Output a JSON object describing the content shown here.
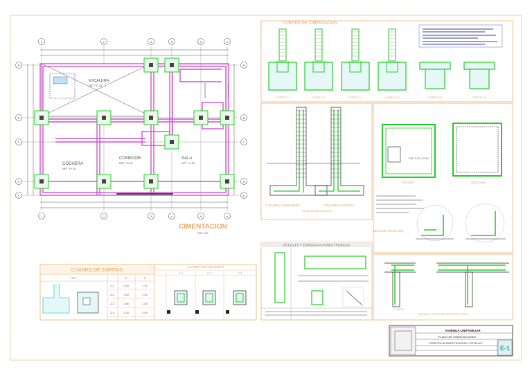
{
  "colors": {
    "frame": "#f0b070",
    "orange_text": "#e0a060",
    "magenta": "#d24fd2",
    "green": "#22cc22",
    "cyan": "#3fcfcf",
    "blue_note": "#3a3aa8",
    "dark_line": "#222222"
  },
  "plan": {
    "title": "CIMENTACION",
    "scale": "ESC 1/50",
    "grid_top": [
      "1",
      "2",
      "3",
      "4",
      "5",
      "6"
    ],
    "grid_left": [
      "A",
      "B",
      "C",
      "D",
      "E"
    ],
    "rooms": [
      {
        "name": "ESCALERA",
        "level": "NPT +0.15"
      },
      {
        "name": "COCHERA",
        "level": "NPT +0.15"
      },
      {
        "name": "COMEDOR",
        "level": "NPT +0.15"
      },
      {
        "name": "SALA",
        "level": "NPT +0.15"
      }
    ]
  },
  "details": {
    "sections_title": "CORTES DE CIMENTACION",
    "sections": [
      "CORTE 1-1",
      "CORTE 2-2",
      "CORTE 3-3",
      "CORTE 4-4",
      "CORTE 5-5",
      "CORTE 6-6"
    ],
    "column_base_titles": [
      "COLUMNA ESQUINERA",
      "COLUMNA CENTRAL"
    ],
    "column_base_subtitle": "DETALLE DE ANCLAJE",
    "planta_title": "PLANTA",
    "seccion_title": "SECCION",
    "zap_label": "ZAP 2.00 x 2.00",
    "splice_label": "DETALLE TRASLAPE",
    "stirrup_title": "DETALLES Y ESPECIFICACIONES TECNICAS",
    "beam_title": "DETALLE TIPICO DE UNION DE VIGAS",
    "beam_label": "PLANTA"
  },
  "cuadro_zapatas": {
    "title": "CUADRO DE ZAPATAS",
    "headers": [
      "TIPO",
      "A",
      "B"
    ],
    "rows": [
      {
        "tipo": "Z-1",
        "a": "1.20",
        "b": "1.20"
      },
      {
        "tipo": "Z-2",
        "a": "1.50",
        "b": "1.50"
      },
      {
        "tipo": "Z-3",
        "a": "1.80",
        "b": "1.80"
      },
      {
        "tipo": "Z-4",
        "a": "2.00",
        "b": "2.00"
      }
    ]
  },
  "cuadro_columnas": {
    "title": "CUADRO DE COLUMNAS",
    "types": [
      "C-1",
      "C-2",
      "C-3"
    ]
  },
  "titleblock": {
    "project": "VIVIENDA UNIFAMILIAR",
    "sheet_name": "PLANO DE CIMENTACIONES",
    "content": "ESPECIFICACIONES TECNICAS Y DETALLES",
    "sheet": "E-1"
  }
}
